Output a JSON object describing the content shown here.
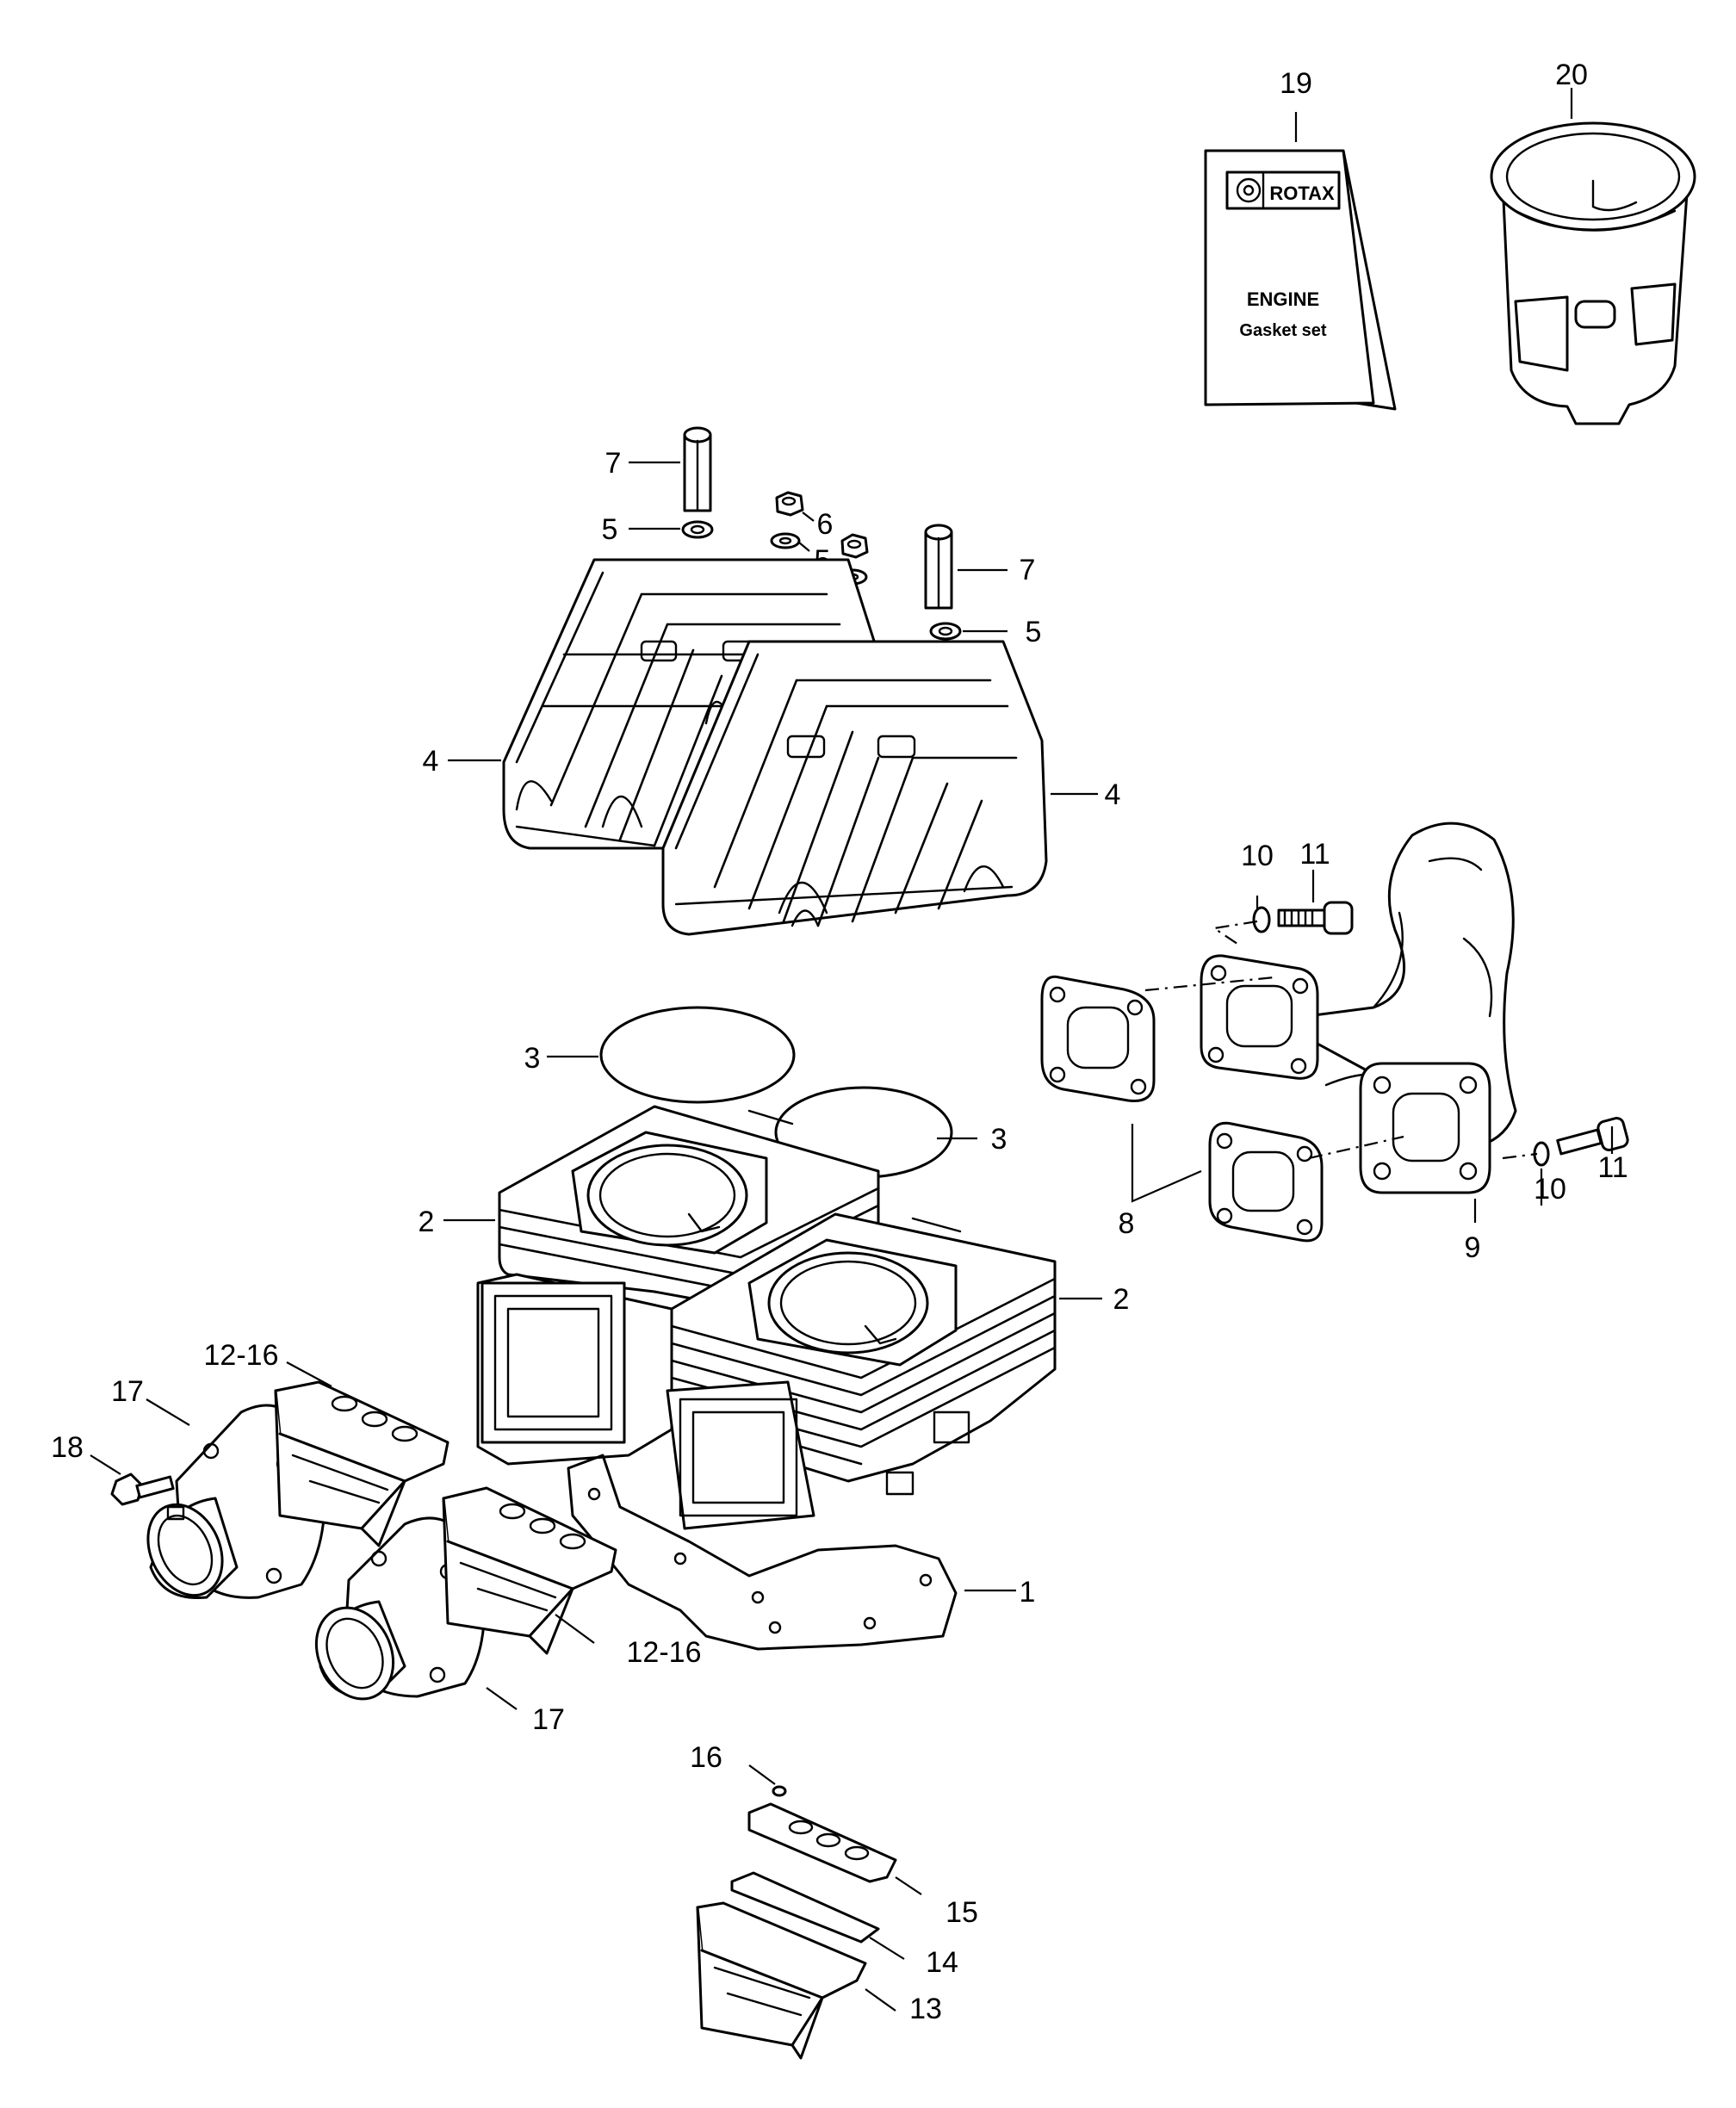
{
  "diagram": {
    "callouts": [
      {
        "id": "c1",
        "label": "1"
      },
      {
        "id": "c2a",
        "label": "2"
      },
      {
        "id": "c2b",
        "label": "2"
      },
      {
        "id": "c3a",
        "label": "3"
      },
      {
        "id": "c3b",
        "label": "3"
      },
      {
        "id": "c4a",
        "label": "4"
      },
      {
        "id": "c4b",
        "label": "4"
      },
      {
        "id": "c5a",
        "label": "5"
      },
      {
        "id": "c5b",
        "label": "5"
      },
      {
        "id": "c5c",
        "label": "5"
      },
      {
        "id": "c6",
        "label": "6"
      },
      {
        "id": "c7a",
        "label": "7"
      },
      {
        "id": "c7b",
        "label": "7"
      },
      {
        "id": "c8",
        "label": "8"
      },
      {
        "id": "c9",
        "label": "9"
      },
      {
        "id": "c10a",
        "label": "10"
      },
      {
        "id": "c10b",
        "label": "10"
      },
      {
        "id": "c11a",
        "label": "11"
      },
      {
        "id": "c11b",
        "label": "11"
      },
      {
        "id": "c1216a",
        "label": "12-16"
      },
      {
        "id": "c1216b",
        "label": "12-16"
      },
      {
        "id": "c13",
        "label": "13"
      },
      {
        "id": "c14",
        "label": "14"
      },
      {
        "id": "c15",
        "label": "15"
      },
      {
        "id": "c16",
        "label": "16"
      },
      {
        "id": "c17a",
        "label": "17"
      },
      {
        "id": "c17b",
        "label": "17"
      },
      {
        "id": "c18",
        "label": "18"
      },
      {
        "id": "c19",
        "label": "19"
      },
      {
        "id": "c20",
        "label": "20"
      }
    ],
    "gasket_set_booklet": {
      "brand": "ROTAX",
      "line1": "ENGINE",
      "line2": "Gasket set"
    }
  }
}
